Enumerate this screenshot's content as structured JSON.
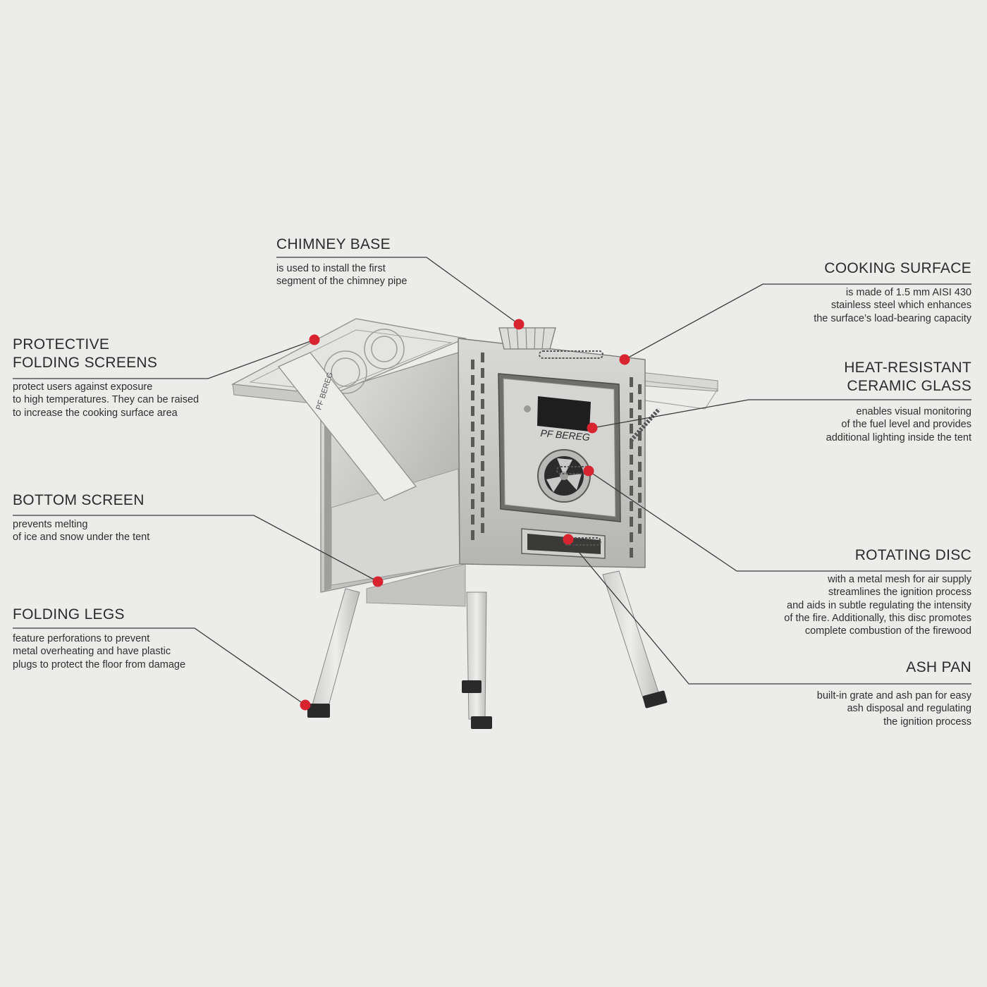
{
  "brand": {
    "logo_text": "PF BEREG"
  },
  "colors": {
    "background": "#ececea",
    "marker": "#d8242e",
    "line": "#3a3a3a"
  },
  "callouts": {
    "chimney_base": {
      "title": "CHIMNEY BASE",
      "desc": "is used to install the first\nsegment of the chimney pipe"
    },
    "cooking_surface": {
      "title": "COOKING SURFACE",
      "desc": "is made of 1.5 mm AISI 430\nstainless steel which enhances\nthe surface’s load-bearing capacity"
    },
    "protective_screens": {
      "title": "PROTECTIVE\nFOLDING SCREENS",
      "desc": "protect users against exposure\nto high temperatures. They can be raised\nto increase the cooking surface area"
    },
    "ceramic_glass": {
      "title": "HEAT-RESISTANT\nCERAMIC GLASS",
      "desc": "enables visual monitoring\nof the fuel level and provides\nadditional lighting inside the tent"
    },
    "bottom_screen": {
      "title": "BOTTOM SCREEN",
      "desc": "prevents melting\nof ice and snow under the tent"
    },
    "rotating_disc": {
      "title": "ROTATING DISC",
      "desc": "with a metal mesh for air supply\nstreamlines the ignition process\nand aids in subtle regulating the intensity\nof the fire. Additionally, this disc promotes\ncomplete combustion of the firewood"
    },
    "folding_legs": {
      "title": "FOLDING LEGS",
      "desc": "feature perforations to prevent\nmetal overheating and have plastic\nplugs to protect the floor from damage"
    },
    "ash_pan": {
      "title": "ASH PAN",
      "desc": "built-in grate and ash pan for easy\nash disposal and regulating\nthe ignition process"
    }
  }
}
